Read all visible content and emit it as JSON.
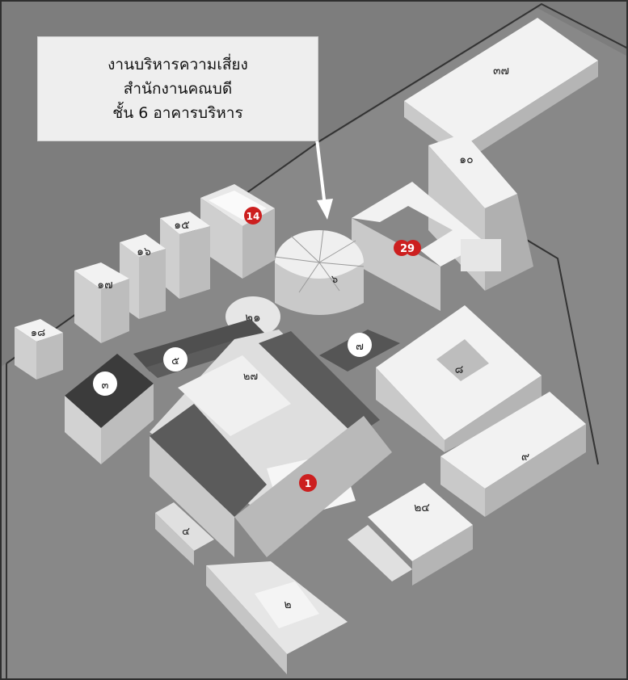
{
  "callout": {
    "line1": "งานบริหารความเสี่ยง",
    "line2": "สำนักงานคณบดี",
    "line3": "ชั้น 6 อาคารบริหาร"
  },
  "colors": {
    "background": "#7d7d7d",
    "ground": "#8c8c8c",
    "building_top": "#f2f2f2",
    "building_side": "#c9c9c9",
    "dark_roof": "#5a5a5a",
    "highlight": "#cc1f1f"
  },
  "labels": {
    "b37": "๓๗",
    "b10": "๑๐",
    "b29": "29",
    "b14": "14",
    "b15": "๑๕",
    "b16": "๑๖",
    "b17": "๑๗",
    "b18": "๑๘",
    "b6": "๖",
    "b21": "๒๑",
    "b5": "๕",
    "b7": "๗",
    "b3": "๓",
    "b27": "๒๗",
    "b8": "๘",
    "b9": "๙",
    "b1": "1",
    "b24": "๒๔",
    "b4": "๔",
    "b2": "๒"
  }
}
